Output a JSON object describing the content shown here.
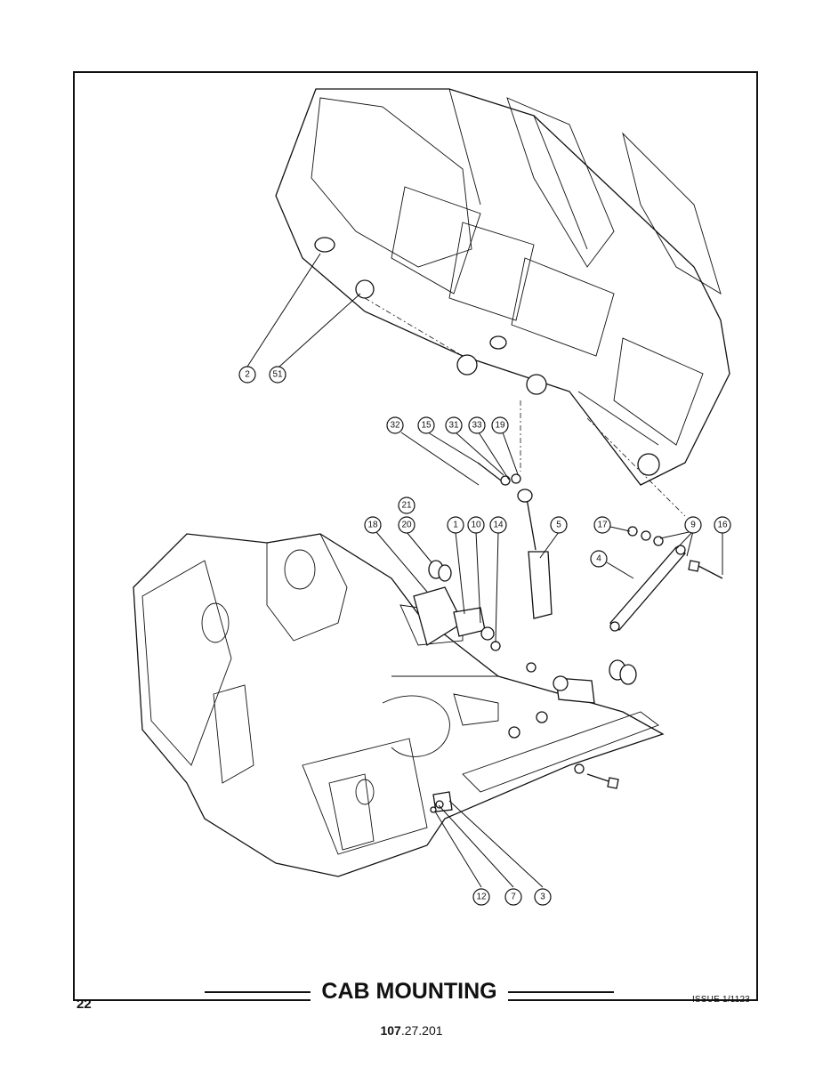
{
  "header": {
    "title": "CAB MOUNTING",
    "page_number": "22",
    "issue": "ISSUE 1/1123",
    "doc_code_bold": "107",
    "doc_code_rest": ".27.201"
  },
  "callouts": [
    "2",
    "51",
    "32",
    "15",
    "31",
    "33",
    "19",
    "21",
    "20",
    "18",
    "1",
    "10",
    "14",
    "5",
    "17",
    "9",
    "16",
    "4",
    "12",
    "7",
    "3"
  ]
}
